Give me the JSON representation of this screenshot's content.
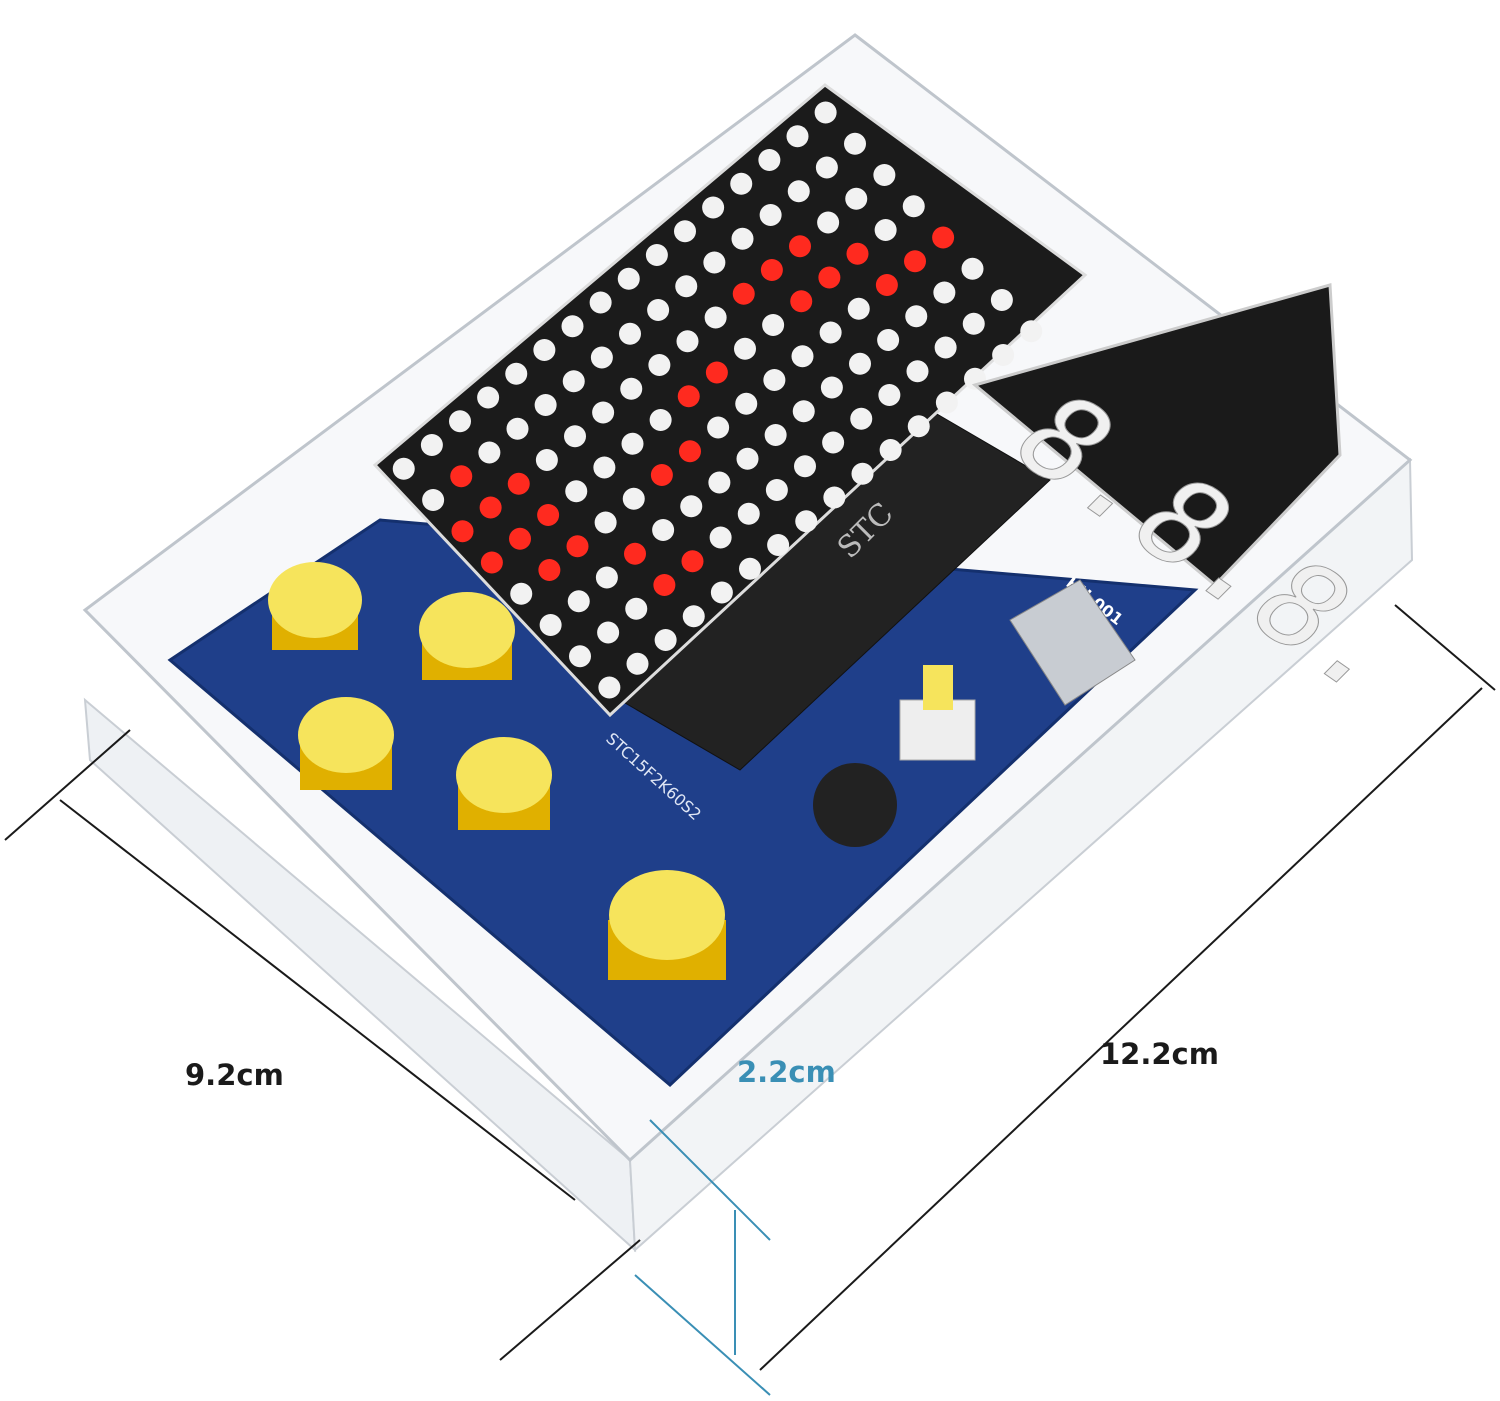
{
  "dimensions": {
    "width": "9.2cm",
    "length": "12.2cm",
    "height": "2.2cm"
  },
  "board": {
    "chip_label": "STC",
    "chip_model": "STC15F2K60S2",
    "board_label": "HU-001",
    "segment_display": "8.8.8."
  },
  "colors": {
    "pcb": "#1f3f8a",
    "led_on": "#ff2a1f",
    "led_off": "#f2f2f2",
    "button": "#f6e45c",
    "height_line": "#3a8fb5"
  }
}
